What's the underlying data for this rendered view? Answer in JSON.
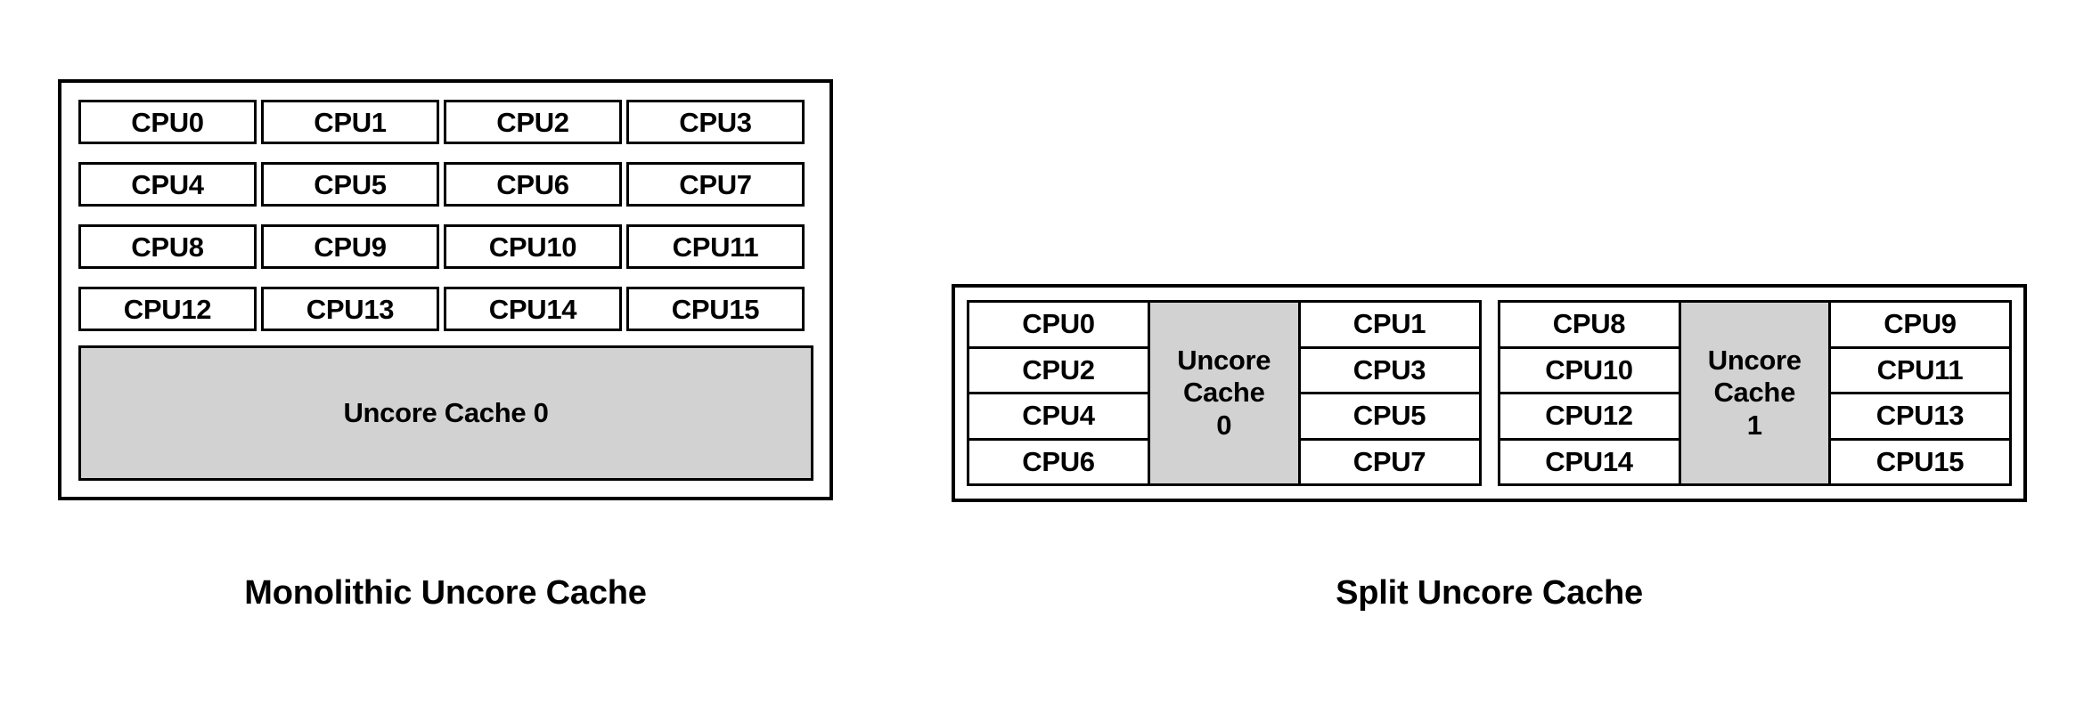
{
  "figures": [
    {
      "id": "monolithic",
      "caption": "Monolithic Uncore Cache",
      "cpus": [
        "CPU0",
        "CPU1",
        "CPU2",
        "CPU3",
        "CPU4",
        "CPU5",
        "CPU6",
        "CPU7",
        "CPU8",
        "CPU9",
        "CPU10",
        "CPU11",
        "CPU12",
        "CPU13",
        "CPU14",
        "CPU15"
      ],
      "cache": {
        "label": "Uncore Cache 0"
      }
    },
    {
      "id": "split",
      "caption": "Split Uncore Cache",
      "groups": [
        {
          "left_cpus": [
            "CPU0",
            "CPU2",
            "CPU4",
            "CPU6"
          ],
          "cache": {
            "line1": "Uncore",
            "line2": "Cache",
            "line3": "0"
          },
          "right_cpus": [
            "CPU1",
            "CPU3",
            "CPU5",
            "CPU7"
          ]
        },
        {
          "left_cpus": [
            "CPU8",
            "CPU10",
            "CPU12",
            "CPU14"
          ],
          "cache": {
            "line1": "Uncore",
            "line2": "Cache",
            "line3": "1"
          },
          "right_cpus": [
            "CPU9",
            "CPU11",
            "CPU13",
            "CPU15"
          ]
        }
      ]
    }
  ],
  "colors": {
    "background": "#ffffff",
    "stroke": "#000000",
    "cache_fill": "#d2d2d2",
    "cpu_fill": "#ffffff"
  }
}
